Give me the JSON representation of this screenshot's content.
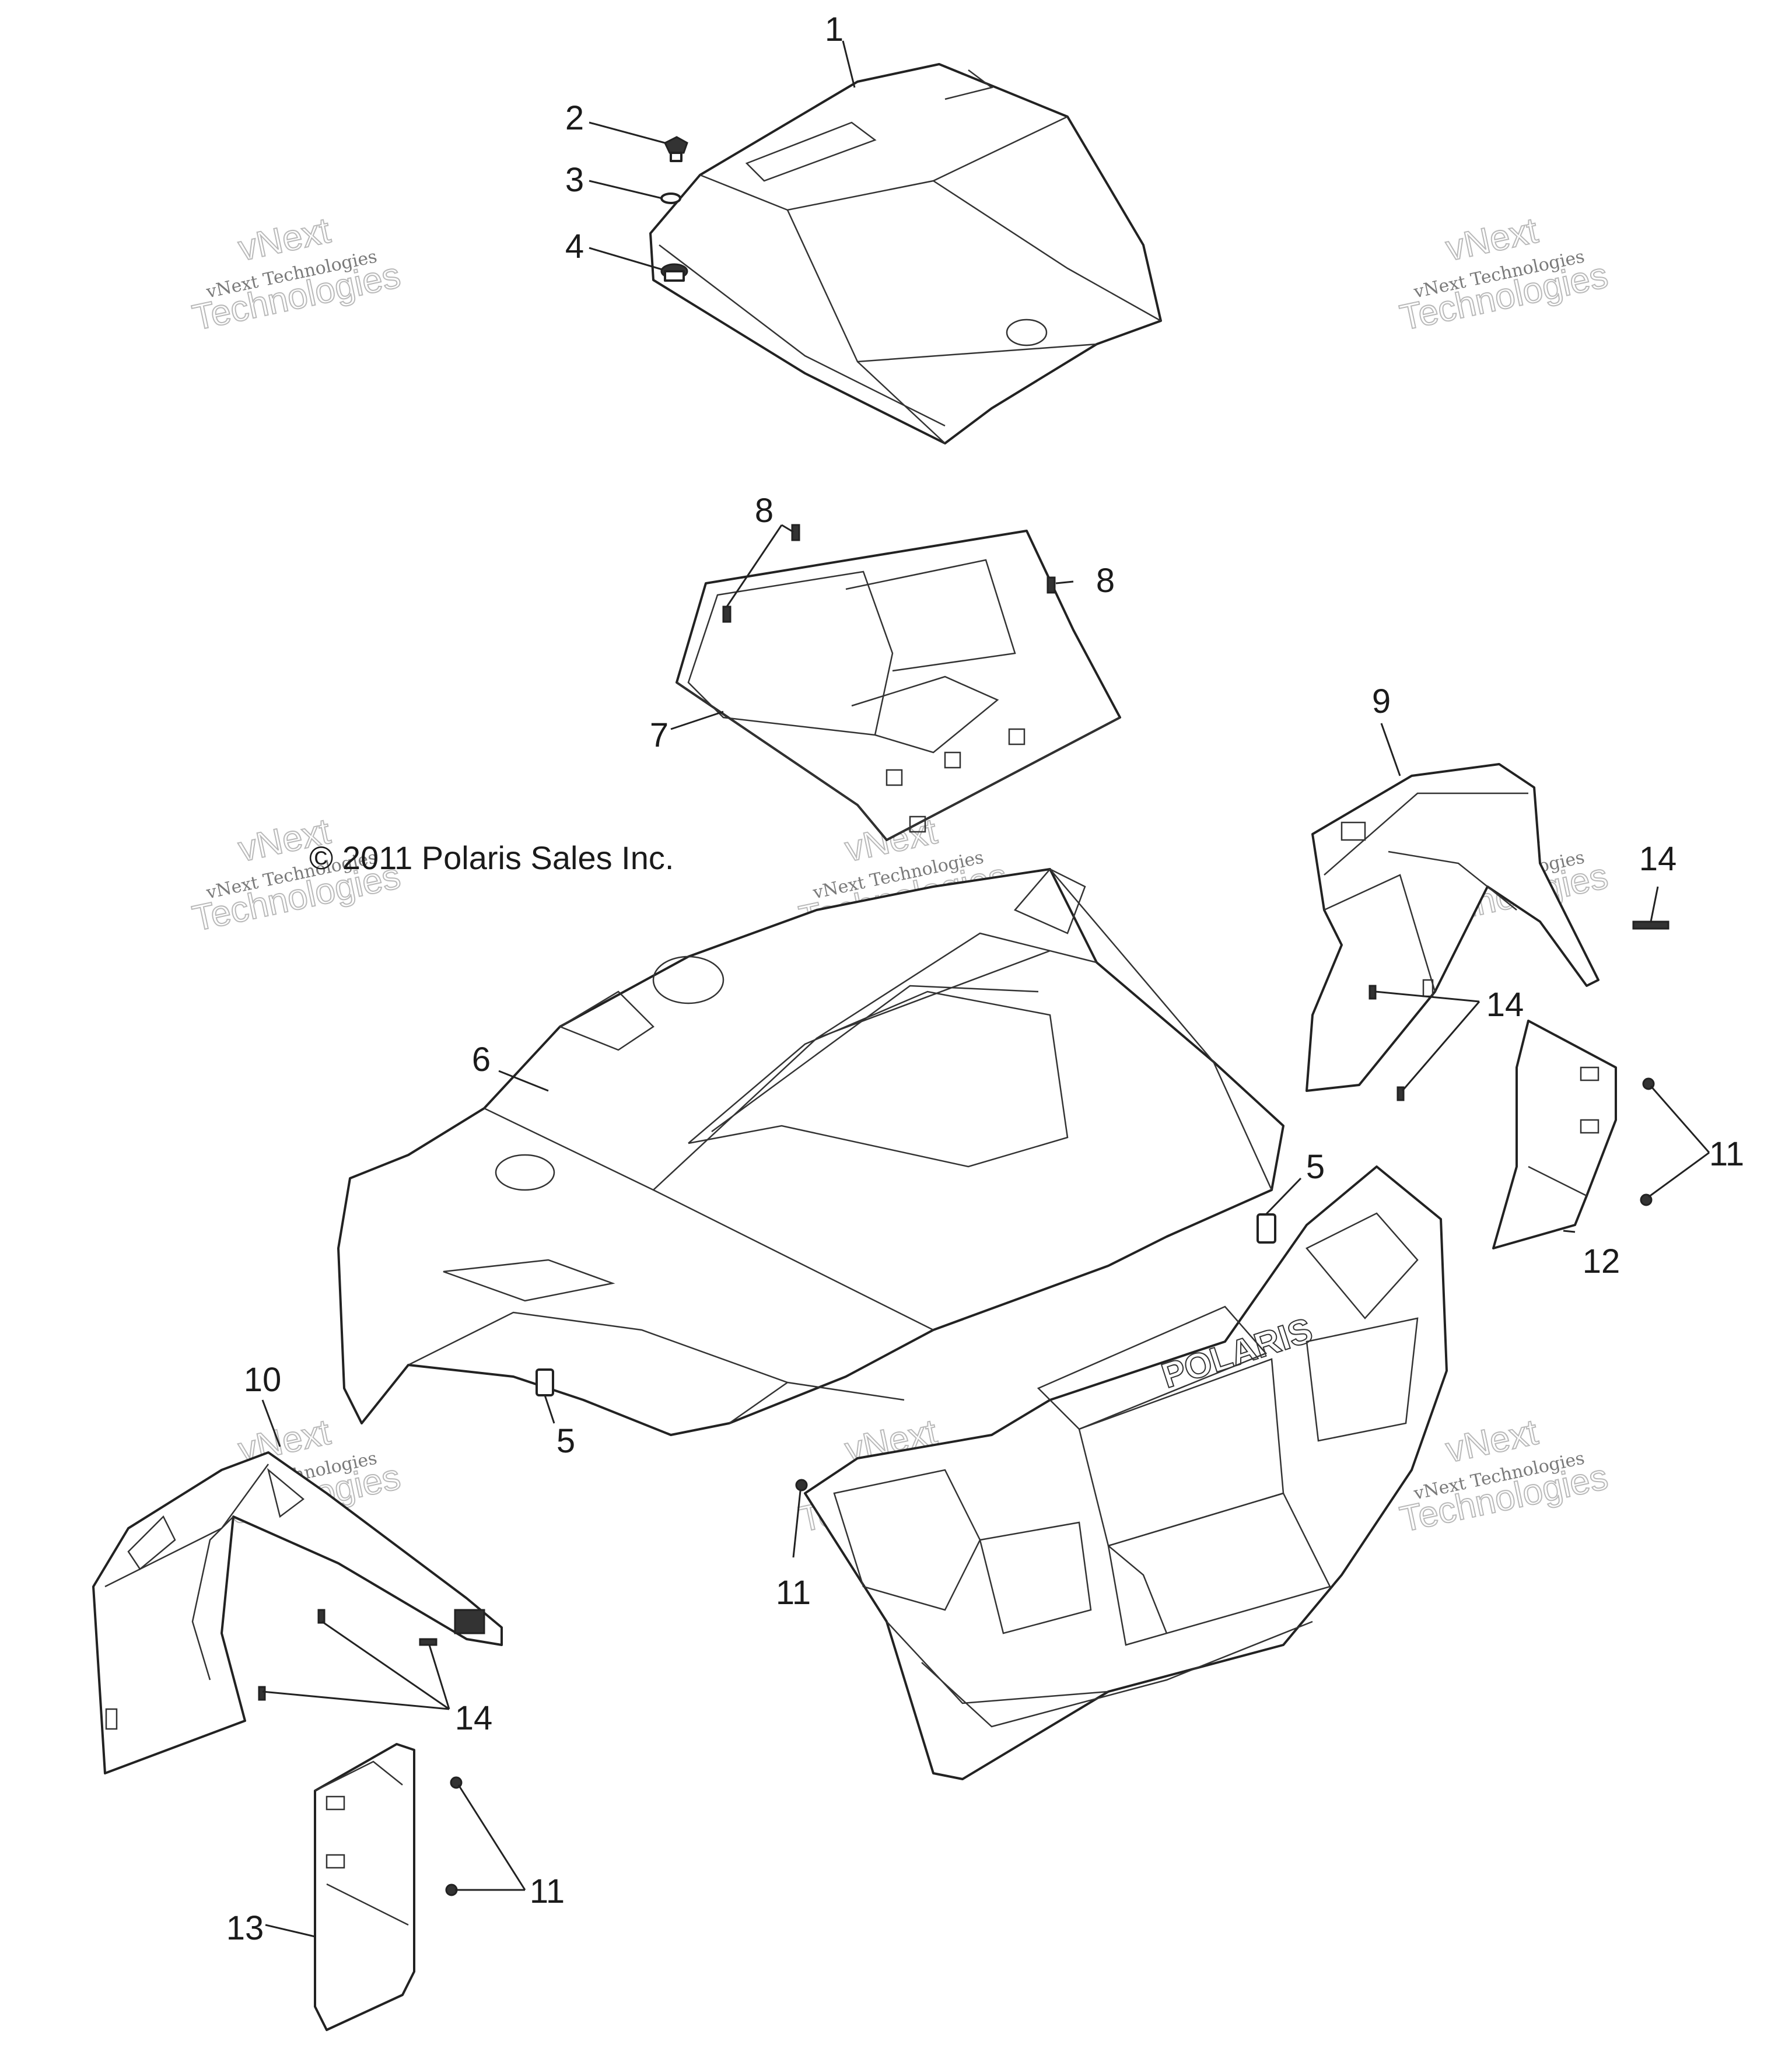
{
  "diagram": {
    "copyright": "© 2011 Polaris Sales Inc.",
    "grille_brand": "POLARIS",
    "watermark": {
      "top": "vNext",
      "middle": "vNext Technologies",
      "bottom": "Technologies"
    },
    "callouts": [
      {
        "id": "c1",
        "label": "1"
      },
      {
        "id": "c2",
        "label": "2"
      },
      {
        "id": "c3",
        "label": "3"
      },
      {
        "id": "c4",
        "label": "4"
      },
      {
        "id": "c5a",
        "label": "5"
      },
      {
        "id": "c5b",
        "label": "5"
      },
      {
        "id": "c6",
        "label": "6"
      },
      {
        "id": "c7",
        "label": "7"
      },
      {
        "id": "c8a",
        "label": "8"
      },
      {
        "id": "c8b",
        "label": "8"
      },
      {
        "id": "c9",
        "label": "9"
      },
      {
        "id": "c10",
        "label": "10"
      },
      {
        "id": "c11a",
        "label": "11"
      },
      {
        "id": "c11b",
        "label": "11"
      },
      {
        "id": "c11c",
        "label": "11"
      },
      {
        "id": "c12",
        "label": "12"
      },
      {
        "id": "c13",
        "label": "13"
      },
      {
        "id": "c14a",
        "label": "14"
      },
      {
        "id": "c14b",
        "label": "14"
      },
      {
        "id": "c14c",
        "label": "14"
      }
    ]
  }
}
